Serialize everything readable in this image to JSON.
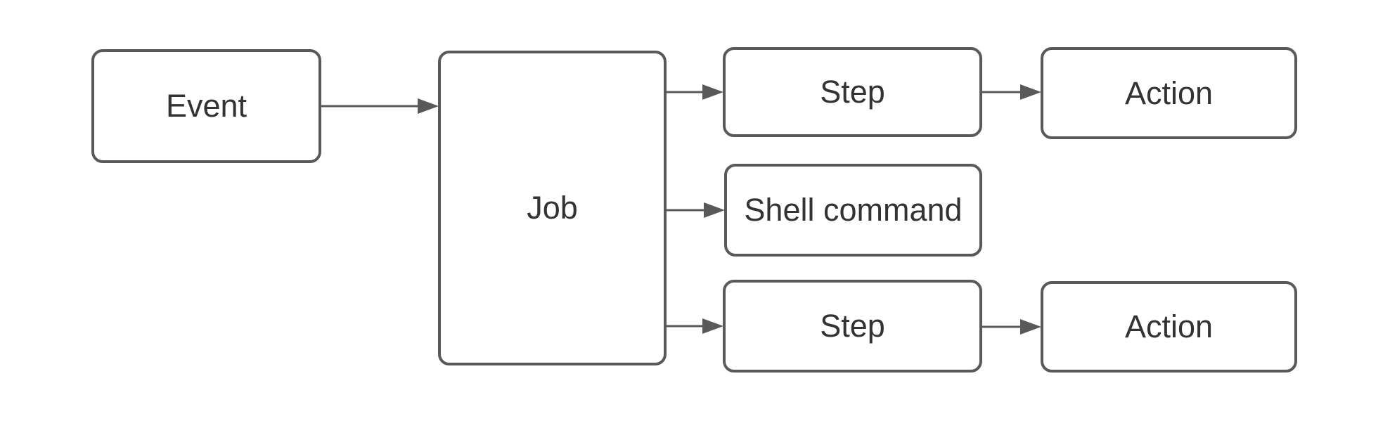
{
  "diagram": {
    "type": "flowchart",
    "colors": {
      "node_stroke": "#595959",
      "connector": "#595959",
      "text": "#333333",
      "node_fill": "#ffffff",
      "background": "#ffffff"
    },
    "nodes": [
      {
        "id": "event",
        "label": "Event"
      },
      {
        "id": "job",
        "label": "Job"
      },
      {
        "id": "step-top",
        "label": "Step"
      },
      {
        "id": "action-top",
        "label": "Action"
      },
      {
        "id": "shell",
        "label": "Shell command"
      },
      {
        "id": "step-bottom",
        "label": "Step"
      },
      {
        "id": "action-bottom",
        "label": "Action"
      }
    ],
    "edges": [
      {
        "from": "event",
        "to": "job"
      },
      {
        "from": "job",
        "to": "step-top"
      },
      {
        "from": "job",
        "to": "shell"
      },
      {
        "from": "job",
        "to": "step-bottom"
      },
      {
        "from": "step-top",
        "to": "action-top"
      },
      {
        "from": "step-bottom",
        "to": "action-bottom"
      }
    ]
  }
}
